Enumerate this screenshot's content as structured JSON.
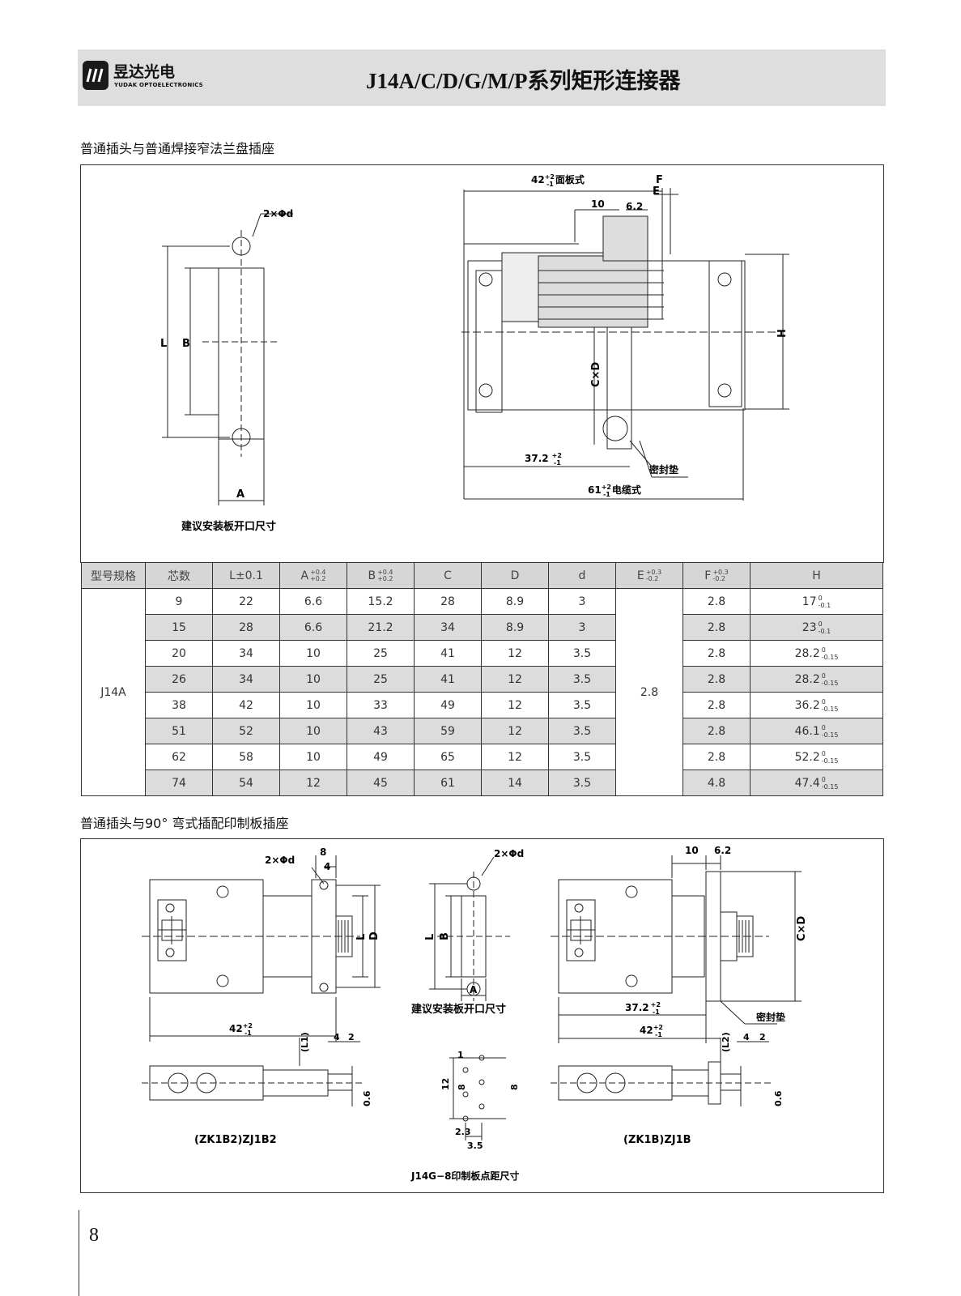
{
  "header": {
    "logo_cn": "昱达光电",
    "logo_en": "YUDAK OPTOELECTRONICS",
    "title": "J14A/C/D/G/M/P系列矩形连接器"
  },
  "section1": {
    "title": "普通插头与普通焊接窄法兰盘插座",
    "cutout_caption": "建议安装板开口尺寸",
    "labels": {
      "hole": "2×Φd",
      "L": "L",
      "B": "B",
      "A": "A",
      "panel": "42",
      "panel_tol": "+2",
      "panel_tol_lo": "-1",
      "panel_suffix": "面板式",
      "F": "F",
      "E": "E",
      "ten": "10",
      "six2": "6.2",
      "H": "H",
      "CxD": "C×D",
      "d372": "37.2",
      "gasket": "密封垫",
      "d61": "61",
      "cable_suffix": "电缆式"
    }
  },
  "table": {
    "headers": [
      "型号规格",
      "芯数",
      "L±0.1",
      "A",
      "B",
      "C",
      "D",
      "d",
      "E",
      "F",
      "H"
    ],
    "A_tol": [
      "+0.4",
      "+0.2"
    ],
    "B_tol": [
      "+0.4",
      "+0.2"
    ],
    "E_tol": [
      "+0.3",
      "-0.2"
    ],
    "F_tol": [
      "+0.3",
      "-0.2"
    ],
    "model": "J14A",
    "E_value": "2.8",
    "rows": [
      {
        "cores": "9",
        "L": "22",
        "A": "6.6",
        "B": "15.2",
        "C": "28",
        "D": "8.9",
        "d": "3",
        "F": "2.8",
        "H": "17",
        "H_tol": [
          "0",
          "-0.1"
        ]
      },
      {
        "cores": "15",
        "L": "28",
        "A": "6.6",
        "B": "21.2",
        "C": "34",
        "D": "8.9",
        "d": "3",
        "F": "2.8",
        "H": "23",
        "H_tol": [
          "0",
          "-0.1"
        ]
      },
      {
        "cores": "20",
        "L": "34",
        "A": "10",
        "B": "25",
        "C": "41",
        "D": "12",
        "d": "3.5",
        "F": "2.8",
        "H": "28.2",
        "H_tol": [
          "0",
          "-0.15"
        ]
      },
      {
        "cores": "26",
        "L": "34",
        "A": "10",
        "B": "25",
        "C": "41",
        "D": "12",
        "d": "3.5",
        "F": "2.8",
        "H": "28.2",
        "H_tol": [
          "0",
          "-0.15"
        ]
      },
      {
        "cores": "38",
        "L": "42",
        "A": "10",
        "B": "33",
        "C": "49",
        "D": "12",
        "d": "3.5",
        "F": "2.8",
        "H": "36.2",
        "H_tol": [
          "0",
          "-0.15"
        ]
      },
      {
        "cores": "51",
        "L": "52",
        "A": "10",
        "B": "43",
        "C": "59",
        "D": "12",
        "d": "3.5",
        "F": "2.8",
        "H": "46.1",
        "H_tol": [
          "0",
          "-0.15"
        ]
      },
      {
        "cores": "62",
        "L": "58",
        "A": "10",
        "B": "49",
        "C": "65",
        "D": "12",
        "d": "3.5",
        "F": "2.8",
        "H": "52.2",
        "H_tol": [
          "0",
          "-0.15"
        ]
      },
      {
        "cores": "74",
        "L": "54",
        "A": "12",
        "B": "45",
        "C": "61",
        "D": "14",
        "d": "3.5",
        "F": "4.8",
        "H": "47.4",
        "H_tol": [
          "0",
          "-0.15"
        ]
      }
    ]
  },
  "section2": {
    "title": "普通插头与90° 弯式插配印制板插座",
    "cutout_caption": "建议安装板开口尺寸",
    "pcb_caption": "J14G−8印制板点距尺寸",
    "model_left": "(ZK1B2)ZJ1B2",
    "model_right": "(ZK1B)ZJ1B",
    "labels": {
      "hole": "2×Φd",
      "eight": "8",
      "four": "4",
      "L": "L",
      "D": "D",
      "B": "B",
      "A": "A",
      "d42": "42",
      "tol_p2": "+2",
      "tol_m1": "-1",
      "ten": "10",
      "six2": "6.2",
      "CxD": "C×D",
      "d372": "37.2",
      "gasket": "密封垫",
      "L1": "(L1)",
      "L2": "(L2)",
      "two": "2",
      "zero6": "0.6",
      "one": "1",
      "twelve": "12",
      "two3": "2.3",
      "three5": "3.5"
    }
  },
  "page_number": "8"
}
